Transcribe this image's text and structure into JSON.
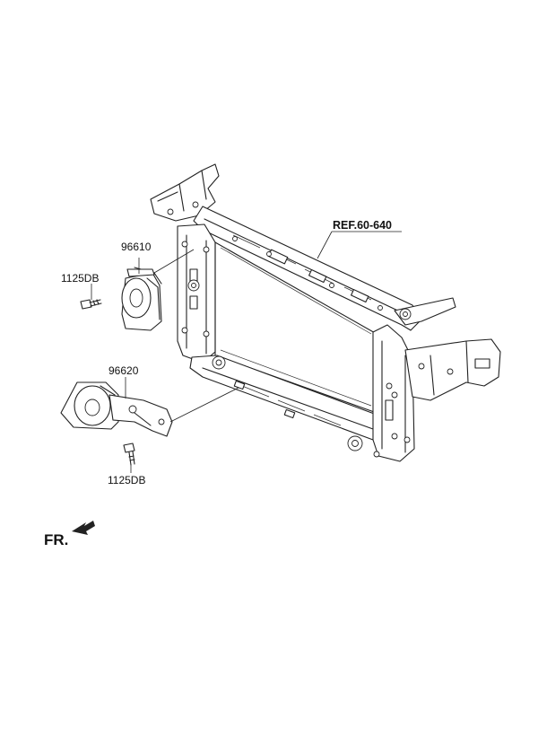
{
  "labels": {
    "horn_upper_part": "96610",
    "horn_lower_part": "96620",
    "bolt_upper_part": "1125DB",
    "bolt_lower_part": "1125DB",
    "reference": "REF.60-640",
    "front_indicator": "FR."
  }
}
